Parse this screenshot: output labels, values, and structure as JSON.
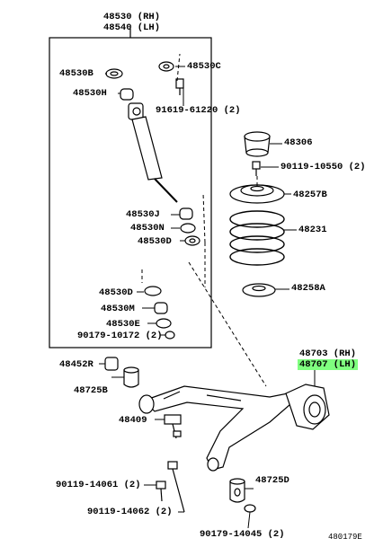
{
  "labels": {
    "p48530": "48530 (RH)",
    "p48540": "48540 (LH)",
    "p48530b": "48530B",
    "p48530c": "48530C",
    "p48530h": "48530H",
    "p91619": "91619-61220 (2)",
    "p48306": "48306",
    "p90119a": "90119-10550 (2)",
    "p48257b": "48257B",
    "p48231": "48231",
    "p48530j": "48530J",
    "p48530n": "48530N",
    "p48530d_top": "48530D",
    "p48258a": "48258A",
    "p48530d_bot": "48530D",
    "p48530m": "48530M",
    "p48530e": "48530E",
    "p90179a": "90179-10172 (2)",
    "p48703": "48703 (RH)",
    "p48707": "48707 (LH)",
    "p48452r": "48452R",
    "p48725b": "48725B",
    "p48409": "48409",
    "p90119b": "90119-14061 (2)",
    "p48725d": "48725D",
    "p90119c": "90119-14062 (2)",
    "p90179b": "90179-14045 (2)",
    "code": "480179E"
  },
  "colors": {
    "highlight": "#7fff7f",
    "ink": "#000000"
  }
}
